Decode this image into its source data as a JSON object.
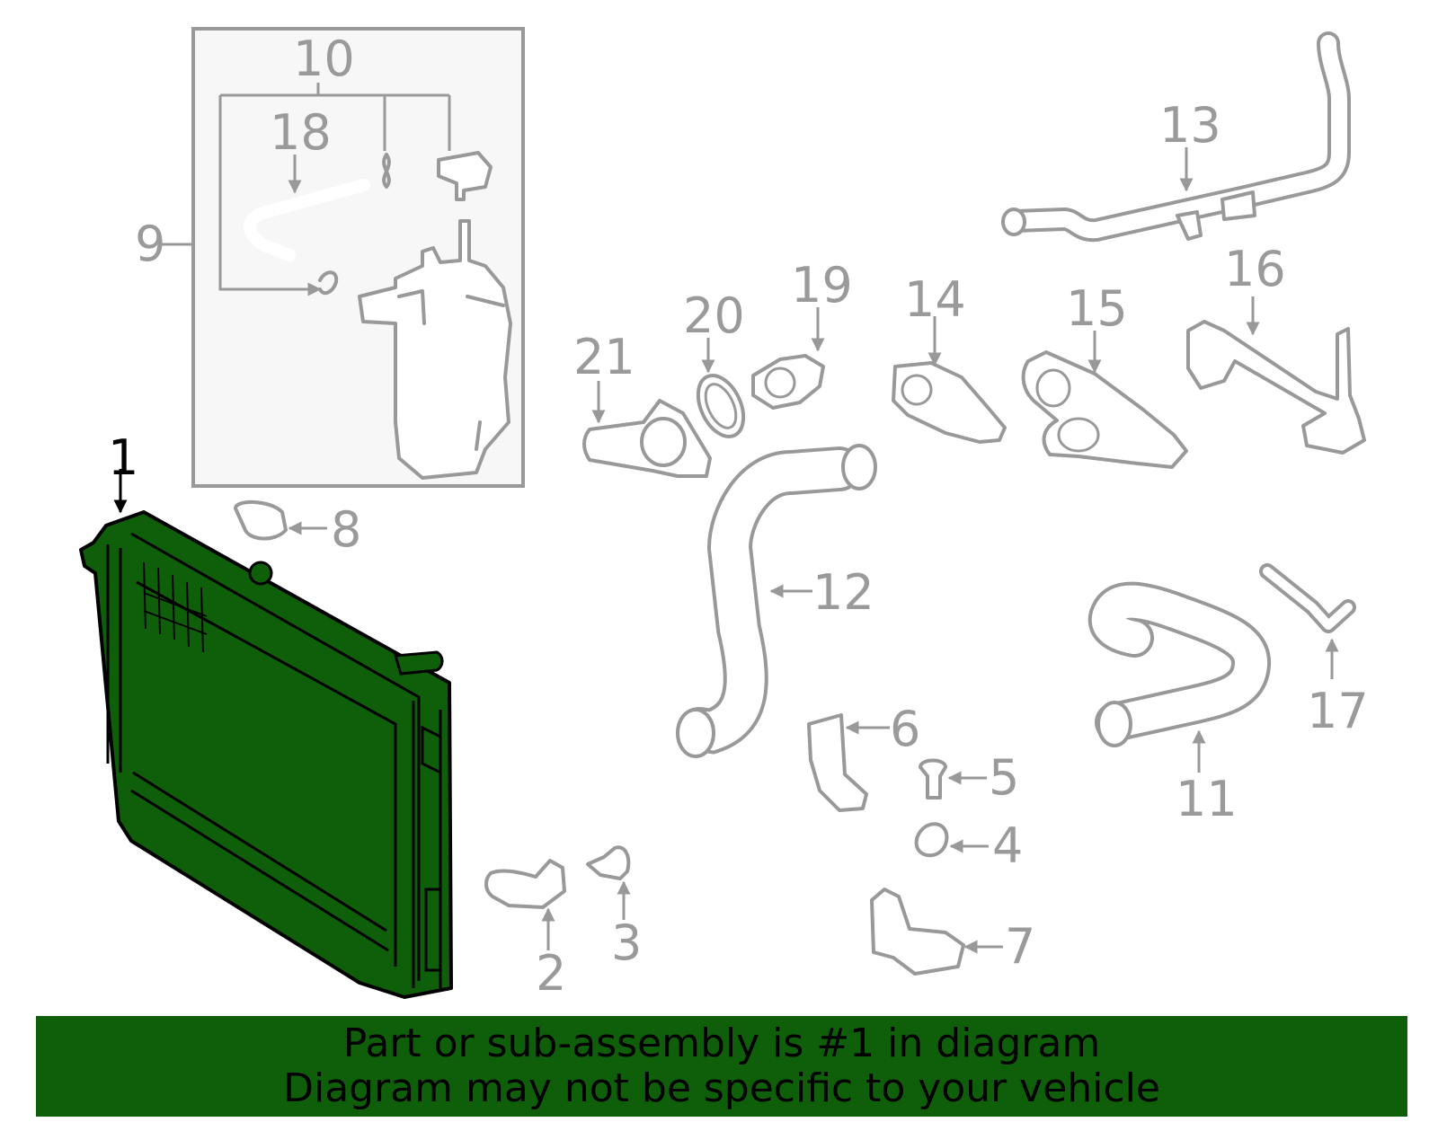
{
  "diagram": {
    "selected_part": "1",
    "highlight_color": "#0f5e0a",
    "part_color": "#999999",
    "callouts": [
      "1",
      "2",
      "3",
      "4",
      "5",
      "6",
      "7",
      "8",
      "9",
      "10",
      "11",
      "12",
      "13",
      "14",
      "15",
      "16",
      "17",
      "18",
      "19",
      "20",
      "21"
    ]
  },
  "banner": {
    "line1": "Part or sub-assembly is #1 in diagram",
    "line2": "Diagram may not be specific to your vehicle"
  }
}
